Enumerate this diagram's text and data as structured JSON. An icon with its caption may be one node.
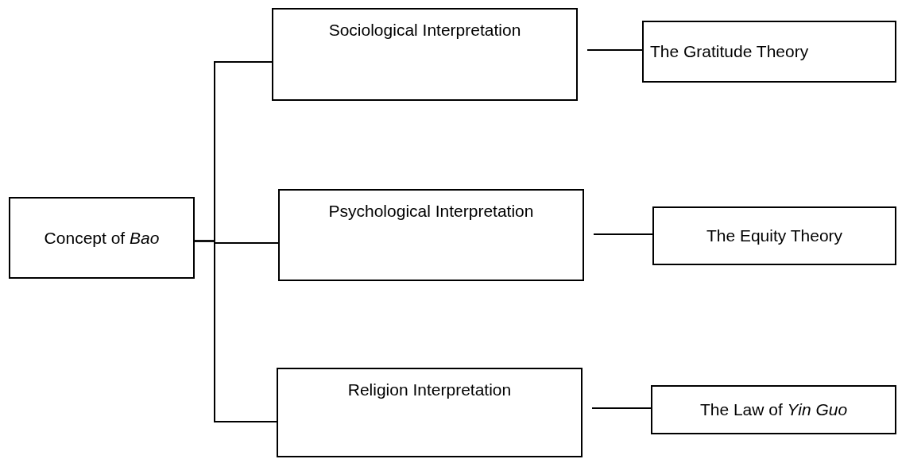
{
  "diagram": {
    "nodes": [
      {
        "text": [
          "Concept of *Bao*"
        ]
      },
      {
        "text": [
          "Sociological Interpretation"
        ]
      },
      {
        "text": [
          "Psychological Interpretation"
        ]
      },
      {
        "text": [
          "Religion Interpretation"
        ]
      },
      {
        "text": [
          "The Gratitude Theory"
        ]
      },
      {
        "text": [
          "The Equity Theory"
        ]
      },
      {
        "text": [
          "The Law of *Yin Guo*"
        ]
      }
    ],
    "edges": [
      {
        "from": 0,
        "to": 1,
        "arrow": "none"
      },
      {
        "from": 0,
        "to": 2,
        "arrow": "none"
      },
      {
        "from": 0,
        "to": 3,
        "arrow": "none"
      },
      {
        "from": 1,
        "to": 4,
        "arrow": "none"
      },
      {
        "from": 2,
        "to": 5,
        "arrow": "none"
      },
      {
        "from": 3,
        "to": 6,
        "arrow": "none"
      }
    ]
  }
}
